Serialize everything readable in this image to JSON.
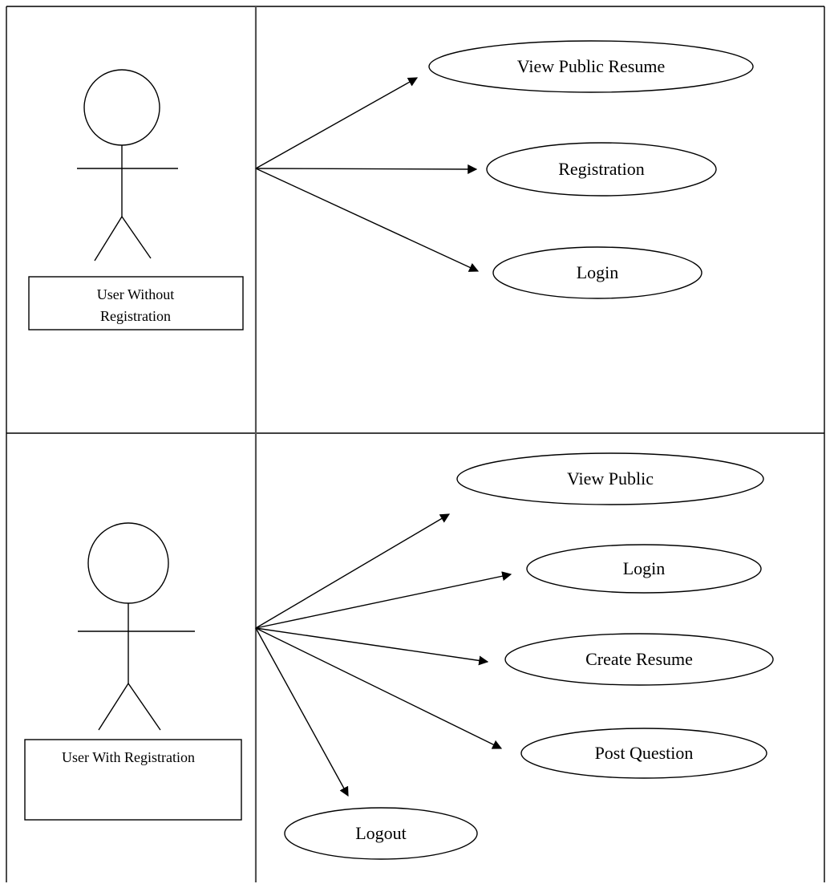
{
  "diagram": {
    "type": "use-case",
    "colors": {
      "line": "#000000",
      "background": "#ffffff",
      "divider": "#555555"
    },
    "top": {
      "actor": {
        "label_line1": "User Without",
        "label_line2": "Registration"
      },
      "use_cases": [
        "View Public Resume",
        "Registration",
        "Login"
      ]
    },
    "bottom": {
      "actor": {
        "label": "User With Registration"
      },
      "use_cases": [
        "View Public",
        "Login",
        "Create Resume",
        "Post Question",
        "Logout"
      ]
    }
  }
}
